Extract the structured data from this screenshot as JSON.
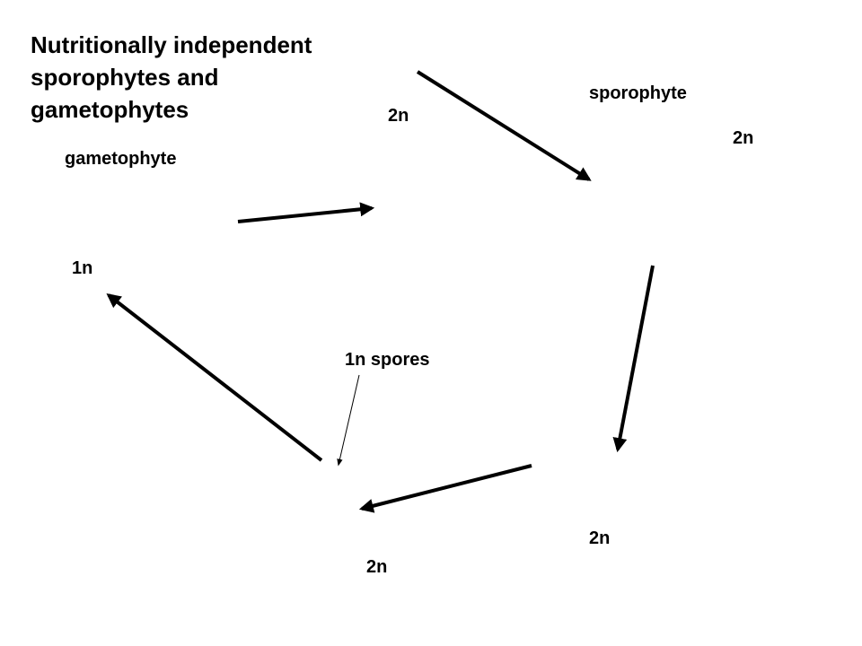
{
  "title": {
    "line1": "Nutritionally independent",
    "line2": "sporophytes and",
    "line3": "gametophytes"
  },
  "labels": {
    "gametophyte": "gametophyte",
    "sporophyte": "sporophyte",
    "ploidy_left": "1n",
    "ploidy_top_center": "2n",
    "ploidy_top_right": "2n",
    "spores": "1n spores",
    "ploidy_bottom_right": "2n",
    "ploidy_bottom_center": "2n"
  },
  "colors": {
    "ink": "#000000",
    "background": "#ffffff"
  }
}
